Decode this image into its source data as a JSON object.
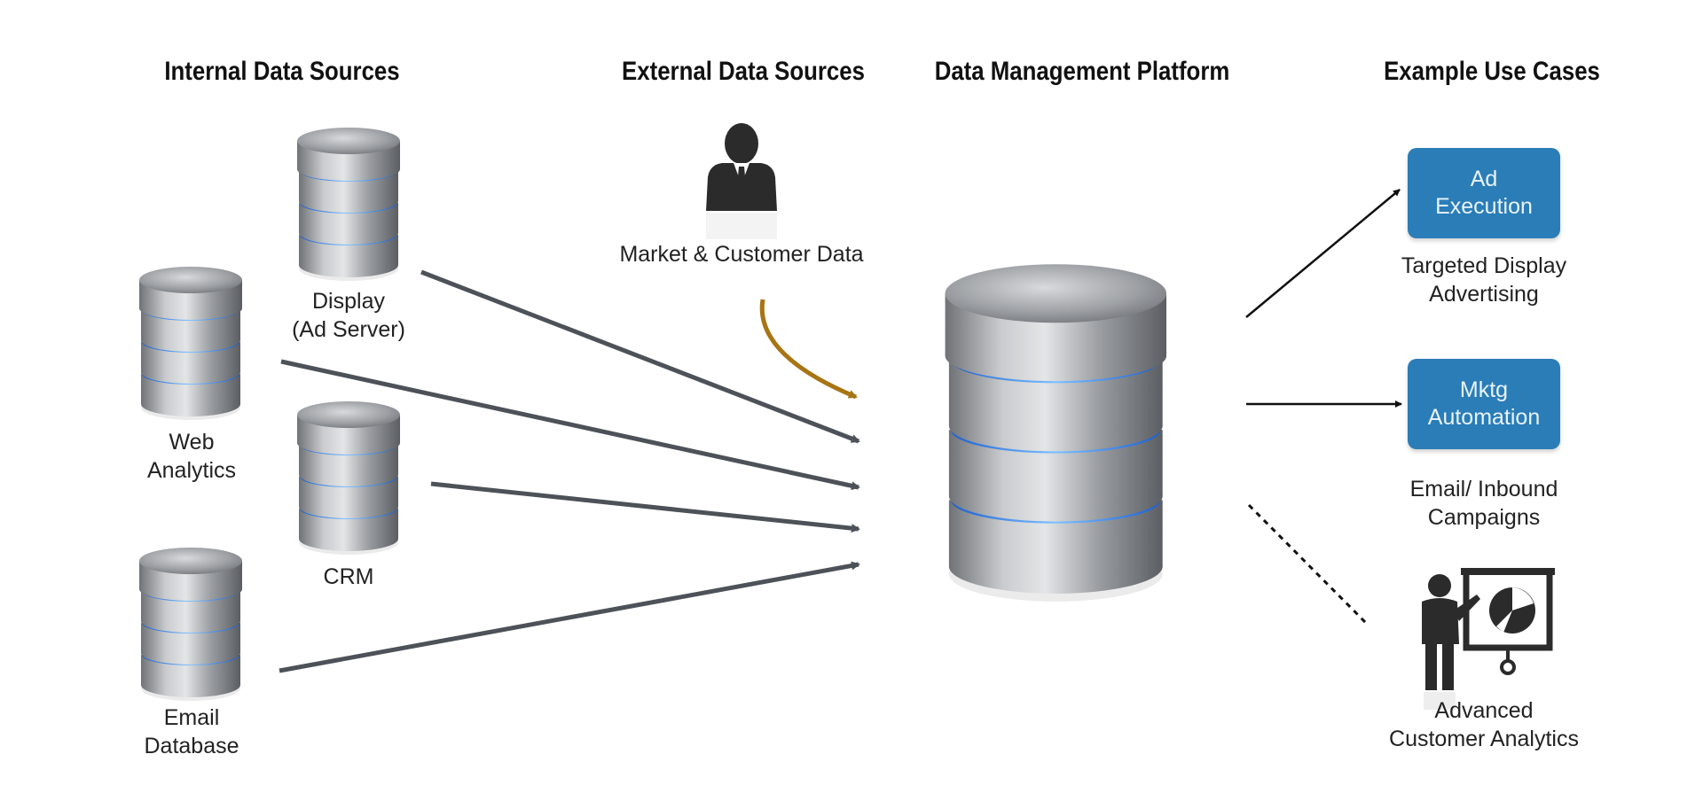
{
  "headers": {
    "internal": "Internal Data Sources",
    "external": "External Data Sources",
    "dmp": "Data Management Platform",
    "usecases": "Example Use Cases"
  },
  "internal_sources": {
    "display": "Display\n(Ad Server)",
    "web": "Web\nAnalytics",
    "crm": "CRM",
    "email": "Email\nDatabase"
  },
  "external_source": {
    "market": "Market & Customer Data"
  },
  "use_cases": {
    "ad_box": "Ad\nExecution",
    "ad_caption": "Targeted Display\nAdvertising",
    "mktg_box": "Mktg\nAutomation",
    "mktg_caption": "Email/ Inbound\nCampaigns",
    "analytics_caption": "Advanced\nCustomer Analytics"
  },
  "colors": {
    "arrow_gray": "#4d5259",
    "external_arrow": "#a87514",
    "box_blue": "#2a7db7",
    "db_glow": "#3d8cff"
  },
  "icons": {
    "database": "database-icon",
    "person": "businessman-icon",
    "presenter": "presenter-chart-icon"
  }
}
